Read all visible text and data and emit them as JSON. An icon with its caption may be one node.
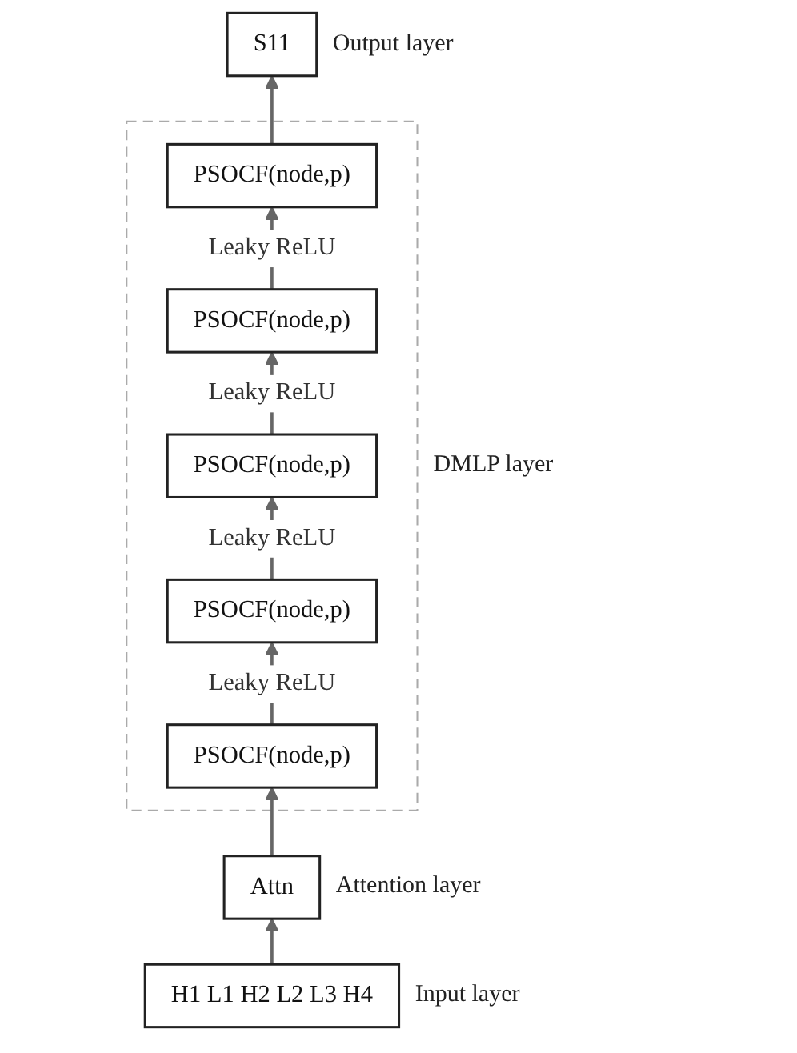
{
  "diagram": {
    "nodes": [
      {
        "text": [
          "S11"
        ],
        "beside": [
          "Output layer"
        ]
      },
      {
        "text": [],
        "shape": "box",
        "beside": [
          "DMLP layer"
        ]
      },
      {
        "text": [
          "PSOCF(node,p)"
        ],
        "in": 1
      },
      {
        "text": [
          "PSOCF(node,p)"
        ],
        "in": 1
      },
      {
        "text": [
          "PSOCF(node,p)"
        ],
        "in": 1
      },
      {
        "text": [
          "PSOCF(node,p)"
        ],
        "in": 1
      },
      {
        "text": [
          "PSOCF(node,p)"
        ],
        "in": 1
      },
      {
        "text": [
          "Attn"
        ],
        "beside": [
          "Attention layer"
        ]
      },
      {
        "text": [
          "H1  L1  H2  L2  L3  H4"
        ],
        "beside": [
          "Input layer"
        ]
      }
    ],
    "edges": [
      {
        "from": 8,
        "to": 7,
        "arrow": "to"
      },
      {
        "from": 7,
        "to": 6,
        "arrow": "to"
      },
      {
        "from": 6,
        "to": 5,
        "arrow": "to",
        "label": "Leaky ReLU"
      },
      {
        "from": 5,
        "to": 4,
        "arrow": "to",
        "label": "Leaky ReLU"
      },
      {
        "from": 4,
        "to": 3,
        "arrow": "to",
        "label": "Leaky ReLU"
      },
      {
        "from": 3,
        "to": 2,
        "arrow": "to",
        "label": "Leaky ReLU"
      },
      {
        "from": 2,
        "to": 0,
        "arrow": "to"
      }
    ]
  }
}
